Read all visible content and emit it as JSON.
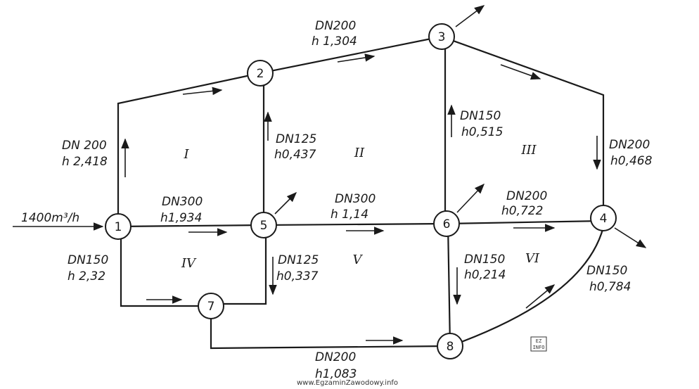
{
  "inflow_label": "1400m³/h",
  "nodes": [
    "1",
    "2",
    "3",
    "4",
    "5",
    "6",
    "7",
    "8"
  ],
  "rings": [
    "I",
    "II",
    "III",
    "IV",
    "V",
    "VI"
  ],
  "pipes": [
    {
      "dn": "DN 200",
      "h": "h 2,418"
    },
    {
      "dn": "DN200",
      "h": "h 1,304"
    },
    {
      "dn": "DN125",
      "h": "h0,437"
    },
    {
      "dn": "DN150",
      "h": "h0,515"
    },
    {
      "dn": "DN200",
      "h": "h0,468"
    },
    {
      "dn": "DN300",
      "h": "h1,934"
    },
    {
      "dn": "DN300",
      "h": "h 1,14"
    },
    {
      "dn": "DN200",
      "h": "h0,722"
    },
    {
      "dn": "DN150",
      "h": "h 2,32"
    },
    {
      "dn": "DN125",
      "h": "h0,337"
    },
    {
      "dn": "DN150",
      "h": "h0,214"
    },
    {
      "dn": "DN150",
      "h": "h0,784"
    },
    {
      "dn": "DN200",
      "h": "h1,083"
    }
  ],
  "watermark": "www.EgzaminZawodowy.info",
  "logo": {
    "line1": "EZ",
    "line2": "INFO"
  }
}
